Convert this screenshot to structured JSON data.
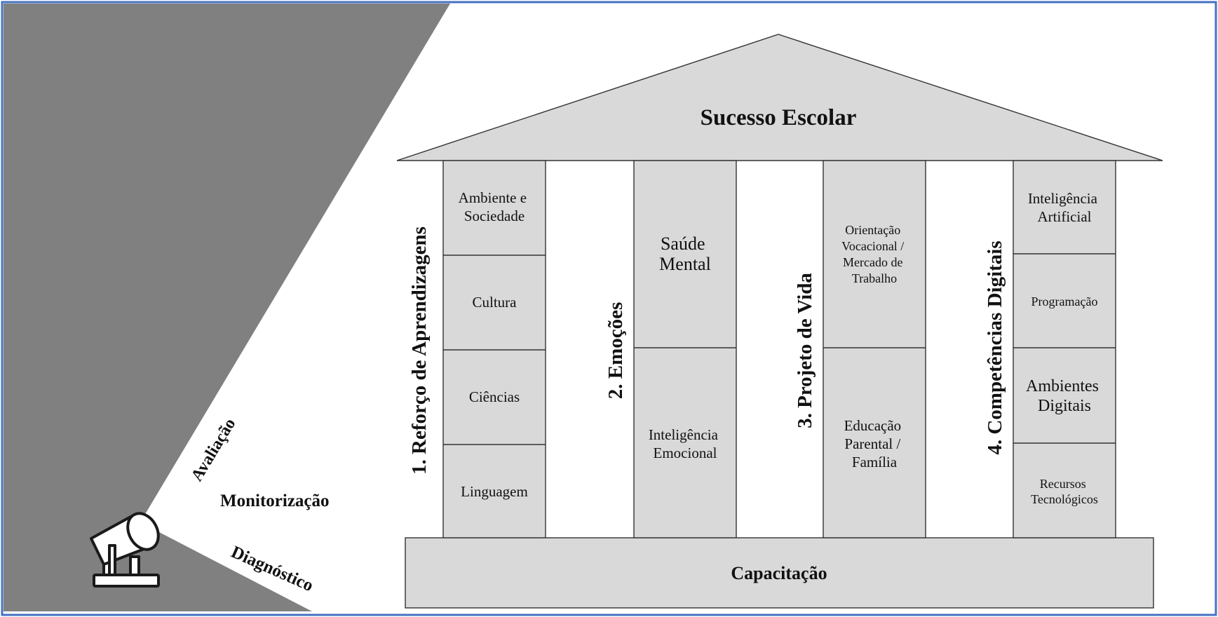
{
  "roof": {
    "title": "Sucesso Escolar"
  },
  "base": {
    "label": "Capacitação"
  },
  "spotlight": {
    "labels": [
      "Avaliação",
      "Monitorização",
      "Diagnóstico"
    ]
  },
  "pillars": [
    {
      "title": "1. Reforço de Aprendizagens",
      "cells": [
        [
          "Ambiente e",
          "Sociedade"
        ],
        [
          "Cultura"
        ],
        [
          "Ciências"
        ],
        [
          "Linguagem"
        ]
      ]
    },
    {
      "title": "2. Emoções",
      "cells": [
        [
          "Saúde",
          "Mental"
        ],
        [
          "Inteligência",
          "Emocional"
        ]
      ]
    },
    {
      "title": "3. Projeto de Vida",
      "cells": [
        [
          "Orientação",
          "Vocacional /",
          "Mercado de",
          "Trabalho"
        ],
        [
          "Educação",
          "Parental /",
          "Família"
        ]
      ]
    },
    {
      "title": "4. Competências Digitais",
      "cells": [
        [
          "Inteligência",
          "Artificial"
        ],
        [
          "Programação"
        ],
        [
          "Ambientes",
          "Digitais"
        ],
        [
          "Recursos",
          "Tecnológicos"
        ]
      ]
    }
  ],
  "colors": {
    "shadow": "#808080",
    "panel": "#d9d9d9",
    "stroke": "#333333",
    "frame": "#4472c4"
  },
  "icons": {
    "spotlight": "spotlight-icon"
  }
}
